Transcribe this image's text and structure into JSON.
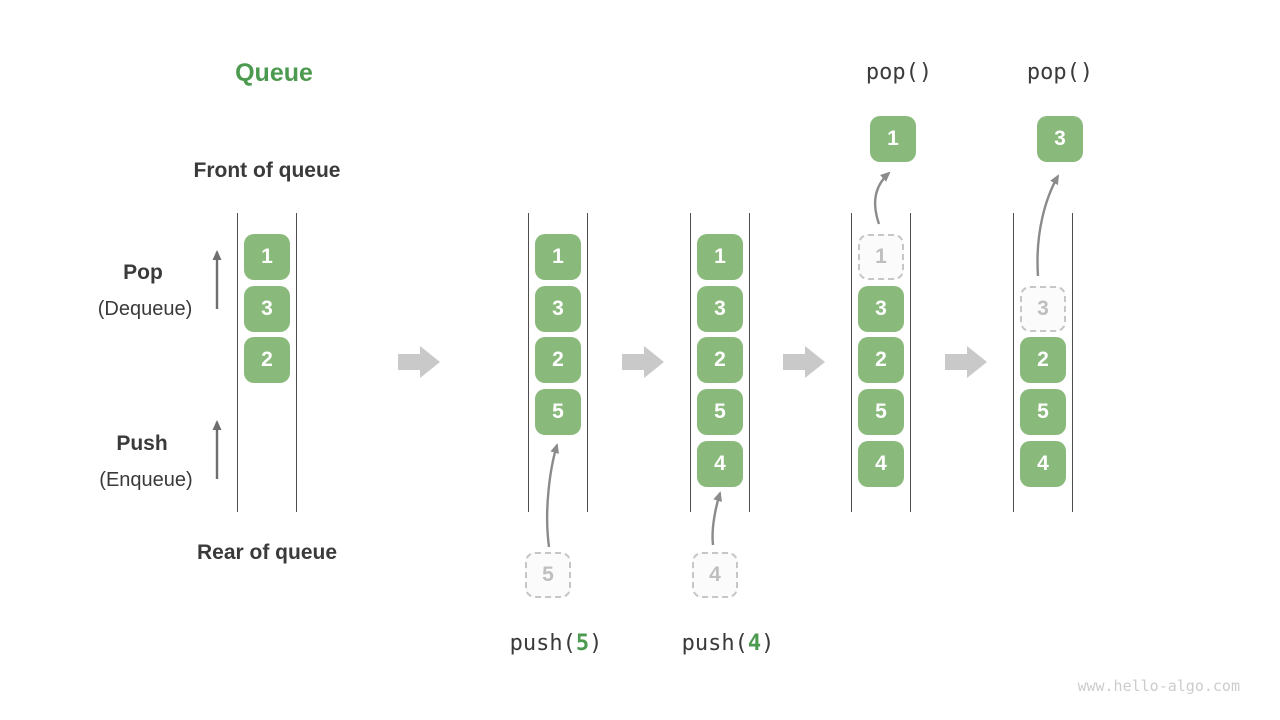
{
  "title": "Queue",
  "labels": {
    "front": "Front of queue",
    "rear": "Rear of queue",
    "pop_bold": "Pop",
    "pop_sub": "(Dequeue)",
    "push_bold": "Push",
    "push_sub": "(Enqueue)"
  },
  "operations": {
    "push5": {
      "fn": "push(",
      "arg": "5",
      "close": ")"
    },
    "push4": {
      "fn": "push(",
      "arg": "4",
      "close": ")"
    },
    "pop1": "pop()",
    "pop2": "pop()"
  },
  "states": [
    {
      "name": "initial",
      "cells": [
        "1",
        "3",
        "2"
      ]
    },
    {
      "name": "after-push-5",
      "cells": [
        "1",
        "3",
        "2",
        "5"
      ],
      "pending": "5"
    },
    {
      "name": "after-push-4",
      "cells": [
        "1",
        "3",
        "2",
        "5",
        "4"
      ],
      "pending": "4"
    },
    {
      "name": "after-pop-1",
      "ghost": "1",
      "cells": [
        "3",
        "2",
        "5",
        "4"
      ],
      "popped": "1"
    },
    {
      "name": "after-pop-3",
      "ghost": "3",
      "cells": [
        "2",
        "5",
        "4"
      ],
      "popped": "3"
    }
  ],
  "watermark": "www.hello-algo.com",
  "colors": {
    "cell_green": "#8aba7b",
    "accent_green": "#4c9a4f",
    "text_dark": "#3a3a3a",
    "wall_line": "#4d4d4d",
    "ghost_border": "#c6c6c6",
    "ghost_text": "#bfbfbf",
    "block_arrow": "#c9c9c9",
    "thin_arrow": "#8b8b8b",
    "watermark_gray": "#cccccc"
  }
}
